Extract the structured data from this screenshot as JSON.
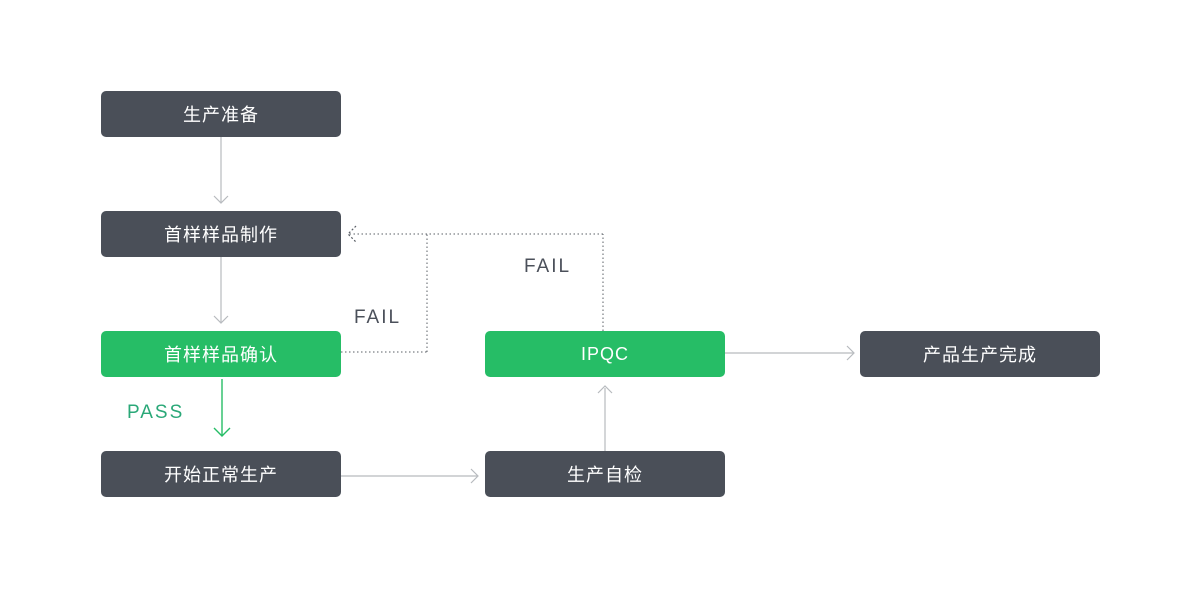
{
  "diagram": {
    "type": "flowchart",
    "nodes": {
      "prep": {
        "label": "生产准备",
        "variant": "dark"
      },
      "sample_make": {
        "label": "首样样品制作",
        "variant": "dark"
      },
      "sample_confirm": {
        "label": "首样样品确认",
        "variant": "green"
      },
      "start_production": {
        "label": "开始正常生产",
        "variant": "dark"
      },
      "ipqc": {
        "label": "IPQC",
        "variant": "green"
      },
      "self_check": {
        "label": "生产自检",
        "variant": "dark"
      },
      "complete": {
        "label": "产品生产完成",
        "variant": "dark"
      }
    },
    "edges": [
      {
        "from": "prep",
        "to": "sample_make",
        "style": "solid-gray",
        "label": ""
      },
      {
        "from": "sample_make",
        "to": "sample_confirm",
        "style": "solid-gray",
        "label": ""
      },
      {
        "from": "sample_confirm",
        "to": "start_production",
        "style": "solid-green",
        "label": "PASS"
      },
      {
        "from": "start_production",
        "to": "self_check",
        "style": "solid-gray",
        "label": ""
      },
      {
        "from": "self_check",
        "to": "ipqc",
        "style": "solid-gray",
        "label": ""
      },
      {
        "from": "ipqc",
        "to": "complete",
        "style": "solid-gray",
        "label": ""
      },
      {
        "from": "sample_confirm",
        "to": "sample_make",
        "style": "dotted",
        "label": "FAIL"
      },
      {
        "from": "ipqc",
        "to": "sample_make",
        "style": "dotted",
        "label": "FAIL"
      }
    ],
    "colors": {
      "node_dark": "#4a4f58",
      "node_green": "#26bd66",
      "node_text": "#ffffff",
      "pass_text": "#2aa878",
      "fail_text": "#4b505a",
      "arrow_gray": "#b7babe",
      "dotted_gray": "#5a5f66",
      "background": "#ffffff"
    }
  }
}
